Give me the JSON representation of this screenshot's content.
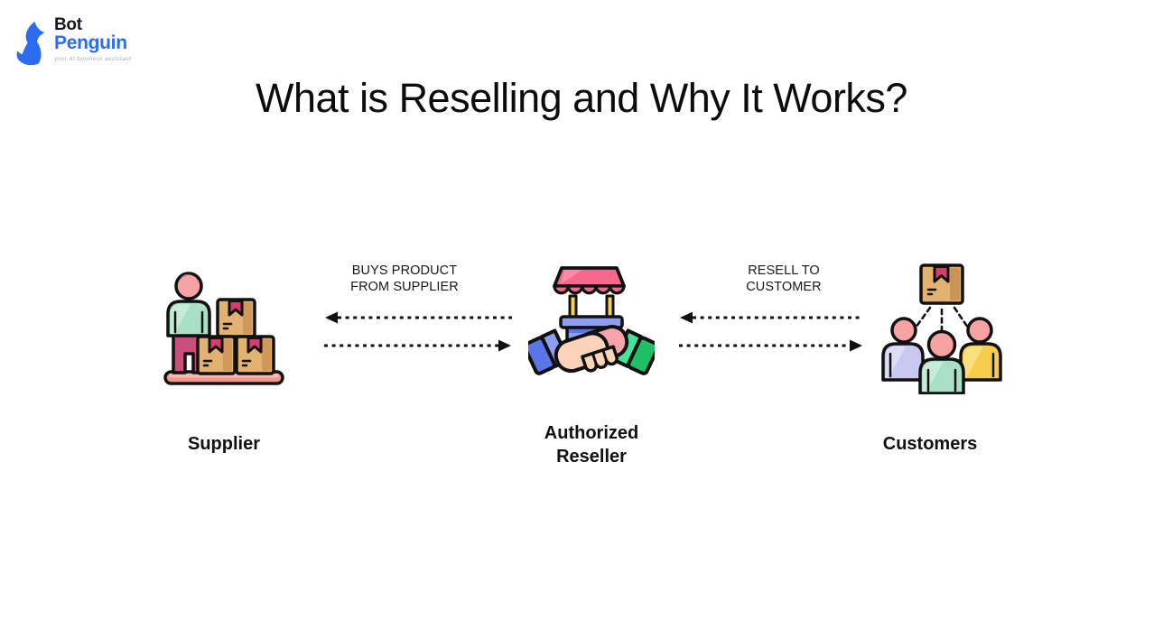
{
  "title": "What is Reselling and Why It Works?",
  "logo": {
    "word_top": "Bot",
    "word_bottom": "Penguin",
    "tagline": "your AI business assistant",
    "icon": "penguin-logo-icon"
  },
  "diagram": {
    "nodes": [
      {
        "id": "supplier",
        "label": "Supplier",
        "icon": "supplier-with-boxes-icon"
      },
      {
        "id": "reseller",
        "label": "Authorized Reseller",
        "icon": "handshake-market-stall-icon"
      },
      {
        "id": "customers",
        "label": "Customers",
        "icon": "customers-group-icon"
      }
    ],
    "links": [
      {
        "between": [
          "supplier",
          "reseller"
        ],
        "label": "BUYS PRODUCT FROM SUPPLIER",
        "label_lines": [
          "BUYS PRODUCT",
          "FROM SUPPLIER"
        ],
        "style": "two dashed arrows, top points left, bottom points right"
      },
      {
        "between": [
          "reseller",
          "customers"
        ],
        "label": "RESELL TO CUSTOMER",
        "label_lines": [
          "RESELL TO",
          "CUSTOMER"
        ],
        "style": "two dashed arrows, top points left, bottom points right"
      }
    ]
  },
  "colors": {
    "background": "#ffffff",
    "text": "#0d0d0d",
    "outline": "#111111",
    "brand_blue": "#2B6CF0",
    "tagline_gray": "#a9aeb8",
    "skin_pink": "#F7A3A3",
    "mint_shirt": "#A9DFC5",
    "magenta_pants": "#C9507A",
    "box_tan": "#E3B271",
    "box_shade": "#D0985B",
    "ribbon_pink": "#D63E6C",
    "platform_salmon": "#F5958D",
    "awning_pink": "#F7688C",
    "post_yellow": "#F7D154",
    "counter_blue": "#5B74E8",
    "counter_blue_light": "#8E9FF1",
    "sleeve_green_dark": "#1FBF66",
    "sleeve_green_light": "#45E39B",
    "hand_flesh": "#FBD3B8",
    "hand_pink": "#F7A3AD",
    "lavender_shirt": "#C9C8F0",
    "yellow_shirt": "#F6CE4B"
  }
}
